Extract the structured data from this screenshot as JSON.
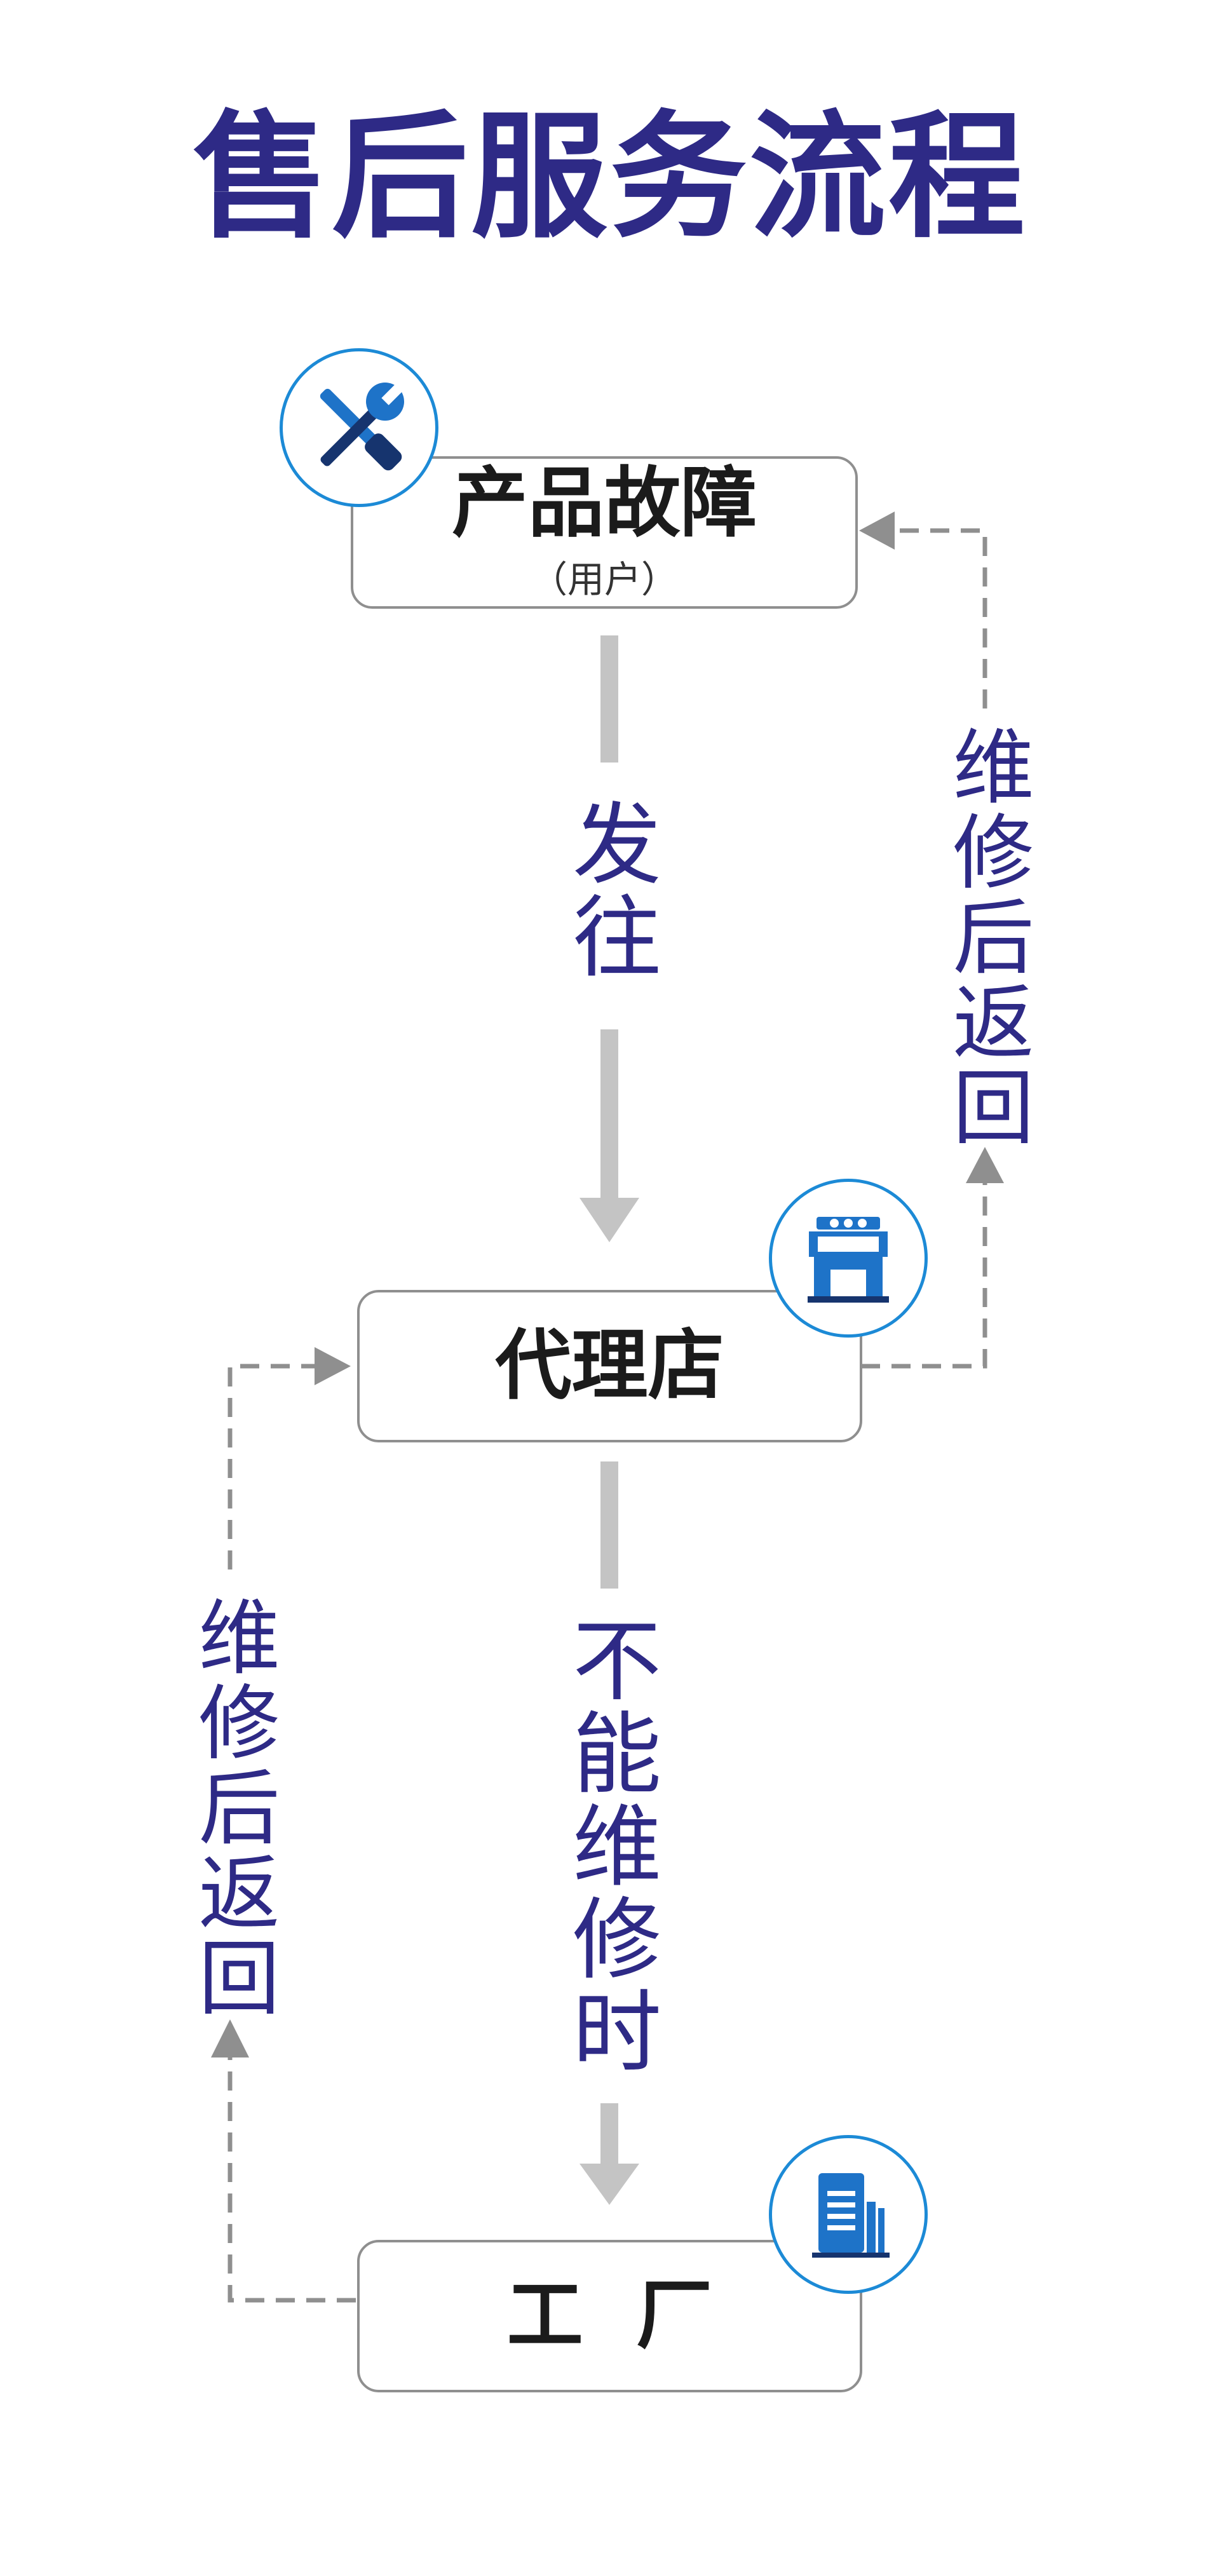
{
  "title": "售后服务流程",
  "nodes": {
    "product_fault": {
      "label": "产品故障",
      "sub": "（用户）",
      "icon": "wrench-screwdriver-icon"
    },
    "agent_store": {
      "label": "代理店",
      "icon": "store-icon"
    },
    "factory": {
      "label": "工  厂",
      "icon": "building-icon"
    }
  },
  "edges": {
    "send_to": "发往",
    "unrepairable": "不能维修时",
    "return_right": "维修后返回",
    "return_left": "维修后返回"
  },
  "colors": {
    "title": "#2e2a86",
    "edge_text": "#2e2a86",
    "main_arrow": "#c4c4c4",
    "dashed_arrow": "#8f8f8f",
    "icon_border": "#1c8ad6",
    "icon_fill": "#1e73c8"
  }
}
